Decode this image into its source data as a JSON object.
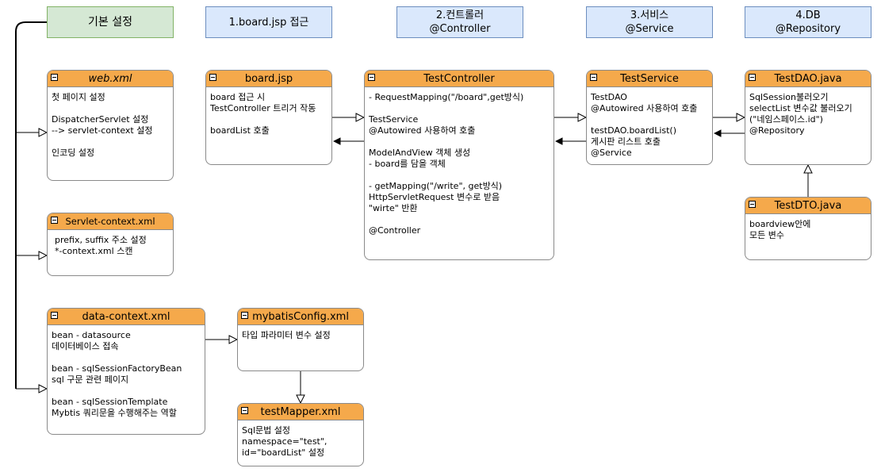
{
  "headers": {
    "setup": "기본 설정",
    "jsp": "1.board.jsp 접근",
    "controller": "2.컨트롤러\n@Controller",
    "service": "3.서비스\n@Service",
    "db": "4.DB\n@Repository"
  },
  "boxes": {
    "web_xml": {
      "title": "web.xml",
      "body": "첫 페이지 설정\n\nDispatcherServlet 설정\n--> servlet-context 설정\n\n인코딩 설정"
    },
    "servlet_context": {
      "title": "Servlet-context.xml",
      "body": "prefix, suffix  주소 설정\n*-context.xml 스캔"
    },
    "data_context": {
      "title": "data-context.xml",
      "body": "bean - datasource\n데이터베이스 접속\n\nbean - sqlSessionFactoryBean\nsql 구문 관련 페이지\n\nbean - sqlSessionTemplate\nMybtis 쿼리문을 수행해주는 역할"
    },
    "board_jsp": {
      "title": "board.jsp",
      "body": "board 접근 시\nTestController 트리거 작동\n\nboardList 호출"
    },
    "test_controller": {
      "title": "TestController",
      "body": "- RequestMapping(\"/board\",get방식)\n\nTestService\n@Autowired 사용하여 호출\n\nModelAndView 객체 생성\n- board를 담을 객체\n\n- getMapping(\"/write\", get방식)\nHttpServletRequest 변수로 받음\n\"wirte\" 반환\n\n@Controller"
    },
    "test_service": {
      "title": "TestService",
      "body": "TestDAO\n@Autowired 사용하여 호출\n\ntestDAO.boardList()\n게시판 리스트 호출\n@Service"
    },
    "test_dao": {
      "title": "TestDAO.java",
      "body": "SqlSession불러오기\nselectList 변수값 불러오기\n(\"네임스페이스.id\")\n@Repository"
    },
    "test_dto": {
      "title": "TestDTO.java",
      "body": "boardview안에\n모든 변수"
    },
    "mybatis_config": {
      "title": "mybatisConfig.xml",
      "body": "타입 파라미터 변수 설정"
    },
    "test_mapper": {
      "title": "testMapper.xml",
      "body": "Sql문법 설정\nnamespace=\"test\",\nid=\"boardList\" 설정"
    }
  }
}
